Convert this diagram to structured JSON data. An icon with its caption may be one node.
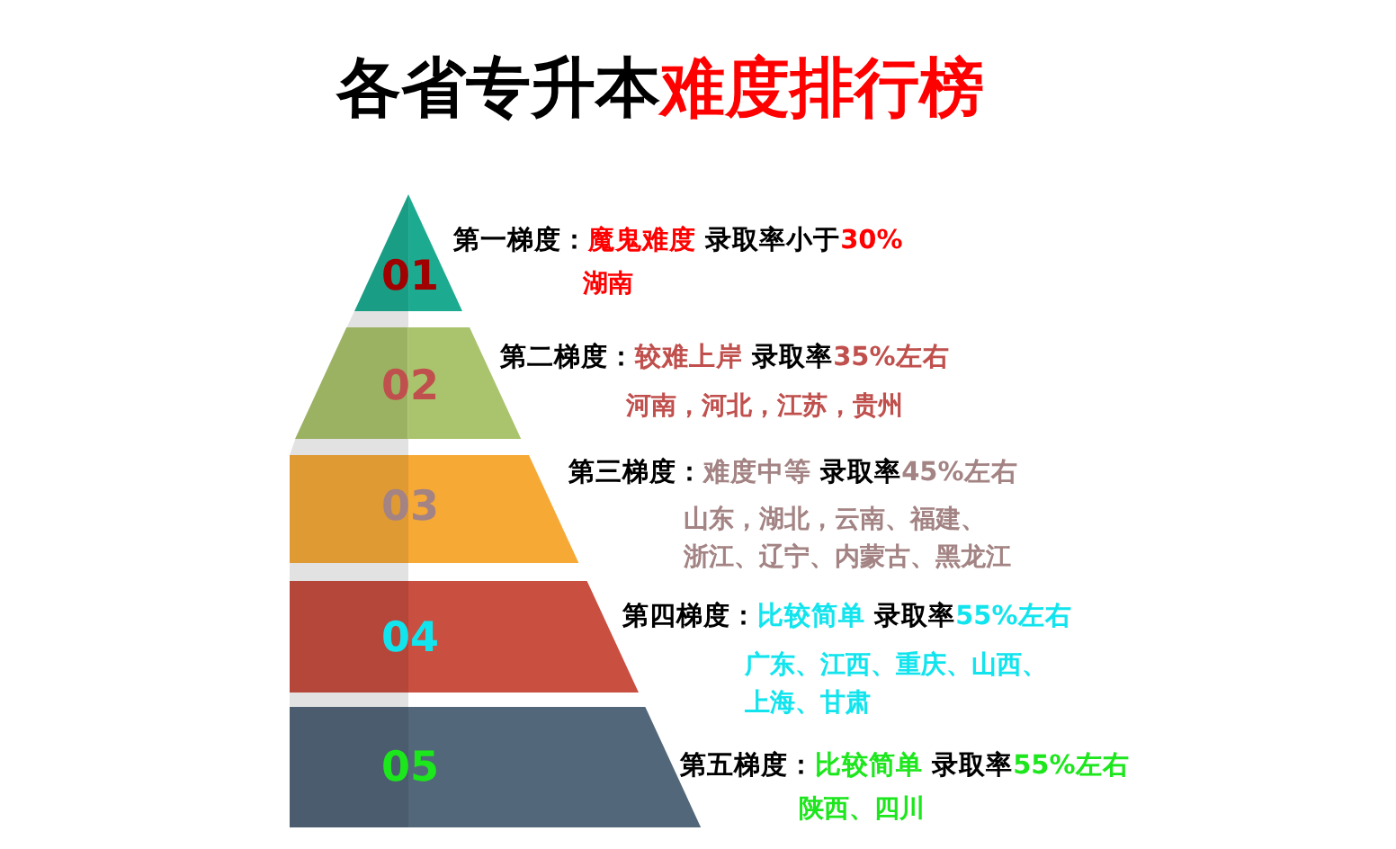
{
  "diagram": {
    "title": "各省专升本**难度排行榜**",
    "nodes": [
      {
        "text": [
          "01"
        ],
        "beside": [
          "第一梯度：**魔鬼难度** 录取率小于**30%**",
          "湖南"
        ]
      },
      {
        "text": [
          "02"
        ],
        "beside": [
          "第二梯度：**较难上岸** 录取率**35%左右**",
          "河南，河北，江苏，贵州"
        ]
      },
      {
        "text": [
          "03"
        ],
        "beside": [
          "第三梯度：**难度中等** 录取率**45%左右**",
          "山东，湖北，云南、福建、浙江、辽宁、内蒙古、黑龙江"
        ]
      },
      {
        "text": [
          "04"
        ],
        "beside": [
          "第四梯度：**比较简单** 录取率**55%左右**",
          "广东、江西、重庆、山西、上海、甘肃"
        ]
      },
      {
        "text": [
          "05"
        ],
        "beside": [
          "第五梯度：**比较简单** 录取率**55%左右**",
          "陕西、四川"
        ]
      }
    ]
  }
}
